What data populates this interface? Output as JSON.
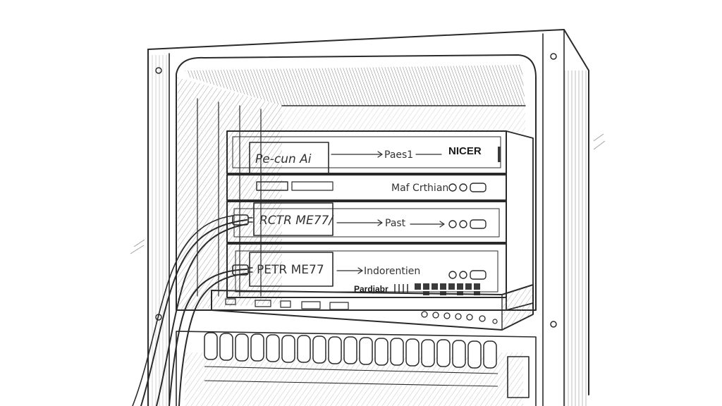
{
  "colors": {
    "ink": "#2a2a2a",
    "paper": "#ffffff",
    "shade": "#8a8a8a",
    "dark": "#3b3b3b"
  },
  "units": [
    {
      "tag": "Pe-cun Ai",
      "label": "Paes1",
      "brand": "NICER"
    },
    {
      "label": "Maf Crthian"
    },
    {
      "tag": "RCTR ME77/",
      "label": "Past"
    },
    {
      "tag": "PETR ME77",
      "label": "Indorentien",
      "brand": "Pardjabr"
    }
  ]
}
